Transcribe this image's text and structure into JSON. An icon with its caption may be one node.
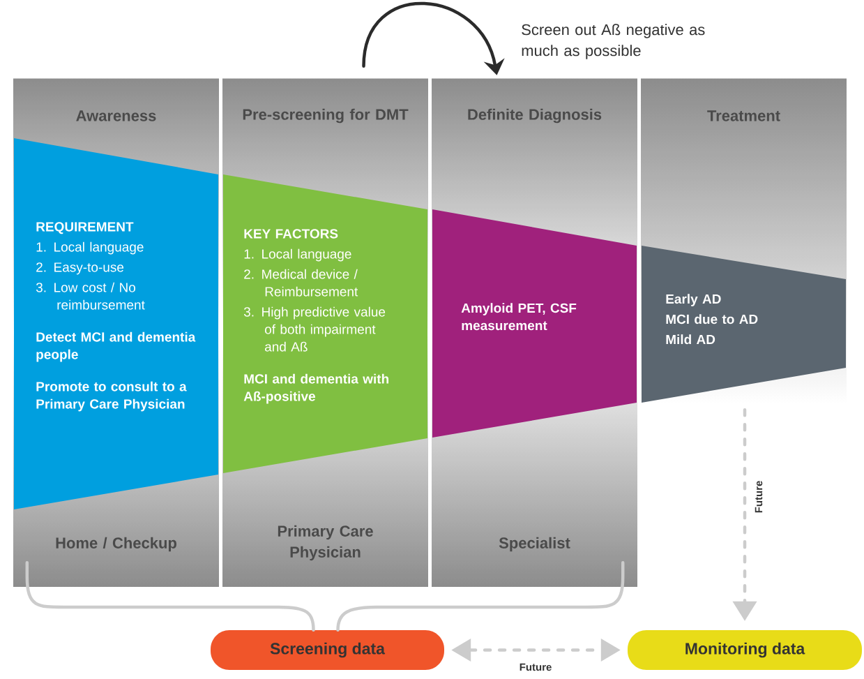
{
  "diagram": {
    "nodes": [
      {
        "text": [
          "Awareness",
          "Home / Checkup"
        ]
      },
      {
        "text": [
          "Pre-screening for DMT",
          "Primary Care Physician"
        ]
      },
      {
        "text": [
          "Definite Diagnosis",
          "Specialist"
        ]
      },
      {
        "text": [
          "Treatment"
        ]
      },
      {
        "text": [
          "REQUIREMENT",
          "1. Local language",
          "2. Easy-to-use",
          "3. Low cost / No reimbursement",
          "Detect MCI and dementia people",
          "Promote to consult to a Primary Care Physician"
        ]
      },
      {
        "text": [
          "KEY FACTORS",
          "1. Local language",
          "2. Medical device / Reimbursement",
          "3. High predictive value of both impairment and Aß",
          "MCI and dementia with Aß-positive"
        ]
      },
      {
        "text": [
          "Amyloid PET, CSF measurement"
        ]
      },
      {
        "text": [
          "Early AD",
          "MCI due to AD",
          "Mild AD"
        ]
      },
      {
        "text": [
          "Screening data"
        ]
      },
      {
        "text": [
          "Monitoring data"
        ]
      }
    ],
    "edges": [
      {
        "from": 1,
        "to": 2,
        "arrow": "to",
        "label": "Screen out Aß negative as much as possible",
        "color": "#2b2b2b"
      },
      {
        "from": 0,
        "to": 8,
        "arrow": "none"
      },
      {
        "from": 2,
        "to": 8,
        "arrow": "none"
      },
      {
        "from": 7,
        "to": 9,
        "arrow": "to",
        "label": "Future",
        "style": "dashed"
      },
      {
        "from": 8,
        "to": 9,
        "arrow": "both",
        "label": "Future",
        "style": "dashed"
      }
    ]
  }
}
